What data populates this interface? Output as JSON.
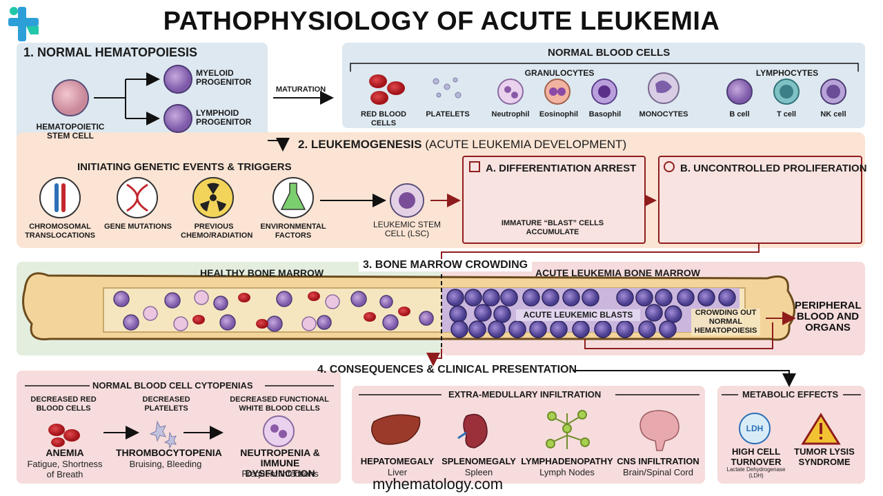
{
  "title": "PATHOPHYSIOLOGY OF ACUTE LEUKEMIA",
  "footer": "myhematology.com",
  "colors": {
    "dark_red": "#8e1c1c",
    "blast_purple": "#5b4a9a",
    "rbc_red": "#c9252b"
  },
  "section1": {
    "heading": "1. NORMAL HEMATOPOIESIS",
    "stem_cell": "HEMATOPOIETIC STEM CELL",
    "myeloid": "MYELOID PROGENITOR",
    "lymphoid": "LYMPHOID PROGENITOR",
    "maturation": "MATURATION"
  },
  "normal_cells": {
    "heading": "NORMAL BLOOD CELLS",
    "granulocytes": "GRANULOCYTES",
    "lymphocytes": "LYMPHOCYTES",
    "items": [
      "RED BLOOD CELLS",
      "PLATELETS",
      "Neutrophil",
      "Eosinophil",
      "Basophil",
      "MONOCYTES",
      "B cell",
      "T cell",
      "NK cell"
    ]
  },
  "section2": {
    "heading_bold": "2. LEUKEMOGENESIS",
    "heading_rest": "(ACUTE LEUKEMIA DEVELOPMENT)",
    "triggers_heading": "INITIATING GENETIC EVENTS & TRIGGERS",
    "triggers": [
      "CHROMOSOMAL TRANSLOCATIONS",
      "GENE MUTATIONS",
      "PREVIOUS CHEMO/RADIATION",
      "ENVIRONMENTAL FACTORS"
    ],
    "lsc": "LEUKEMIC STEM CELL (LSC)",
    "arrest_heading": "A. DIFFERENTIATION ARREST",
    "arrest_caption": "IMMATURE “BLAST” CELLS ACCUMULATE",
    "prolif_heading": "B. UNCONTROLLED PROLIFERATION"
  },
  "section3": {
    "heading": "3. BONE MARROW CROWDING",
    "healthy": "HEALTHY BONE MARROW",
    "leukemia": "ACUTE LEUKEMIA BONE MARROW",
    "blasts": "ACUTE LEUKEMIC BLASTS",
    "crowding": "CROWDING OUT NORMAL HEMATOPOIESIS",
    "peripheral": "PERIPHERAL BLOOD AND ORGANS"
  },
  "section4": {
    "heading": "4. CONSEQUENCES & CLINICAL PRESENTATION",
    "cytopenias_heading": "NORMAL BLOOD CELL CYTOPENIAS",
    "cytopenias": [
      {
        "top": "DECREASED RED BLOOD CELLS",
        "name": "ANEMIA",
        "detail": "Fatigue, Shortness of Breath"
      },
      {
        "top": "DECREASED PLATELETS",
        "name": "THROMBOCYTOPENIA",
        "detail": "Bruising, Bleeding"
      },
      {
        "top": "DECREASED FUNCTIONAL WHITE BLOOD CELLS",
        "name": "NEUTROPENIA & IMMUNE DYSFUNCTION",
        "detail": "Frequent Infections"
      }
    ],
    "infiltration_heading": "EXTRA-MEDULLARY INFILTRATION",
    "infiltration": [
      {
        "name": "HEPATOMEGALY",
        "detail": "Liver"
      },
      {
        "name": "SPLENOMEGALY",
        "detail": "Spleen"
      },
      {
        "name": "LYMPHADENOPATHY",
        "detail": "Lymph Nodes"
      },
      {
        "name": "CNS INFILTRATION",
        "detail": "Brain/Spinal Cord"
      }
    ],
    "metabolic_heading": "METABOLIC EFFECTS",
    "ldh_icon_text": "LDH",
    "metabolic": [
      {
        "name": "HIGH CELL TURNOVER",
        "detail": "Lactate Dehydrogenase (LDH)"
      },
      {
        "name": "TUMOR LYSIS SYNDROME",
        "detail": ""
      }
    ]
  }
}
